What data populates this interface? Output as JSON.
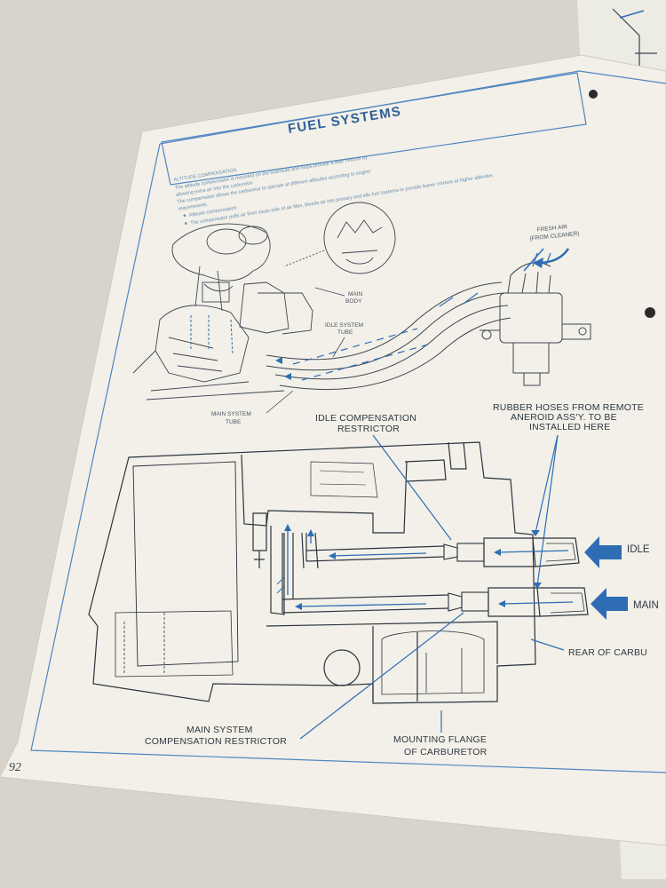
{
  "page": {
    "title": "FUEL SYSTEMS",
    "page_number": "92",
    "section_heading": "ALTITUDE COMPENSATION",
    "intro_lines": [
      "The altitude compensator is mounted on the bulkhead and helps provide a lean mixture by",
      "allowing extra air into the carburetor.",
      "The compensator allows the carburetor to operate at different altitudes according to engine",
      "requirements."
    ],
    "bullets": [
      "Altitude compensation",
      "The compensator pulls air from clean side of air filter, bleeds air into primary and idle fuel systems to provide leaner mixture at higher altitudes."
    ]
  },
  "diagram": {
    "fresh_air_label_line1": "FRESH AIR",
    "fresh_air_label_line2": "(FROM CLEANER)",
    "main_body_line1": "MAIN",
    "main_body_line2": "BODY",
    "idle_system_tube_line1": "IDLE SYSTEM",
    "idle_system_tube_line2": "TUBE",
    "main_system_tube_line1": "MAIN SYSTEM",
    "main_system_tube_line2": "TUBE",
    "idle_comp_restrictor_line1": "IDLE COMPENSATION",
    "idle_comp_restrictor_line2": "RESTRICTOR",
    "rubber_hoses_line1": "RUBBER HOSES FROM REMOTE",
    "rubber_hoses_line2": "ANEROID ASS'Y. TO BE",
    "rubber_hoses_line3": "INSTALLED HERE",
    "idle_label": "IDLE",
    "main_label": "MAIN",
    "rear_label": "REAR OF CARBU",
    "main_comp_restrictor_line1": "MAIN SYSTEM",
    "main_comp_restrictor_line2": "COMPENSATION RESTRICTOR",
    "mounting_flange_line1": "MOUNTING FLANGE",
    "mounting_flange_line2": "OF CARBURETOR"
  },
  "colors": {
    "accent": "#2e6db4",
    "ink": "#2f3742",
    "paper": "#f2f0e8"
  }
}
